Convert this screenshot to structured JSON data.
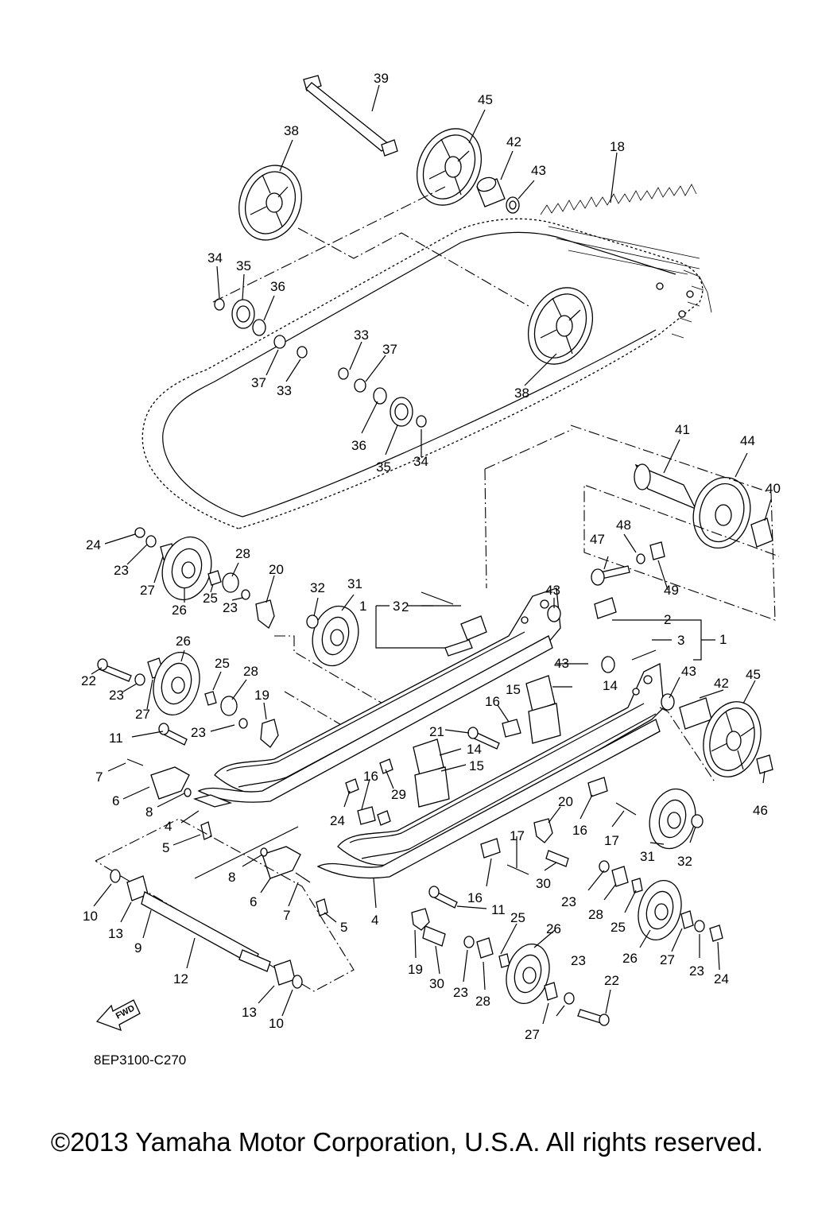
{
  "diagram": {
    "code": "8EP3100-C270",
    "direction_label": "FWD",
    "copyright": "©2013 Yamaha Motor Corporation, U.S.A. All rights reserved.",
    "callouts": [
      {
        "id": "c39",
        "text": "39"
      },
      {
        "id": "c45a",
        "text": "45"
      },
      {
        "id": "c38a",
        "text": "38"
      },
      {
        "id": "c42a",
        "text": "42"
      },
      {
        "id": "c43a",
        "text": "43"
      },
      {
        "id": "c18",
        "text": "18"
      },
      {
        "id": "c34a",
        "text": "34"
      },
      {
        "id": "c35a",
        "text": "35"
      },
      {
        "id": "c36a",
        "text": "36"
      },
      {
        "id": "c33a",
        "text": "33"
      },
      {
        "id": "c37a",
        "text": "37"
      },
      {
        "id": "c37b",
        "text": "37"
      },
      {
        "id": "c33b",
        "text": "33"
      },
      {
        "id": "c38b",
        "text": "38"
      },
      {
        "id": "c36b",
        "text": "36"
      },
      {
        "id": "c35b",
        "text": "35"
      },
      {
        "id": "c34b",
        "text": "34"
      },
      {
        "id": "c41",
        "text": "41"
      },
      {
        "id": "c44",
        "text": "44"
      },
      {
        "id": "c40",
        "text": "40"
      },
      {
        "id": "c48",
        "text": "48"
      },
      {
        "id": "c47",
        "text": "47"
      },
      {
        "id": "c49",
        "text": "49"
      },
      {
        "id": "c24a",
        "text": "24"
      },
      {
        "id": "c23a",
        "text": "23"
      },
      {
        "id": "c28a",
        "text": "28"
      },
      {
        "id": "c20a",
        "text": "20"
      },
      {
        "id": "c27a",
        "text": "27"
      },
      {
        "id": "c26a",
        "text": "26"
      },
      {
        "id": "c25a",
        "text": "25"
      },
      {
        "id": "c23b",
        "text": "23"
      },
      {
        "id": "c32a",
        "text": "32"
      },
      {
        "id": "c31a",
        "text": "31"
      },
      {
        "id": "c3a",
        "text": "3"
      },
      {
        "id": "c1a",
        "text": "1"
      },
      {
        "id": "c2a",
        "text": "2"
      },
      {
        "id": "c43b",
        "text": "43"
      },
      {
        "id": "c2b",
        "text": "2"
      },
      {
        "id": "c3b",
        "text": "3"
      },
      {
        "id": "c1b",
        "text": "1"
      },
      {
        "id": "c26b",
        "text": "26"
      },
      {
        "id": "c22a",
        "text": "22"
      },
      {
        "id": "c23c",
        "text": "23"
      },
      {
        "id": "c25b",
        "text": "25"
      },
      {
        "id": "c28b",
        "text": "28"
      },
      {
        "id": "c27b",
        "text": "27"
      },
      {
        "id": "c43c",
        "text": "43"
      },
      {
        "id": "c43d",
        "text": "43"
      },
      {
        "id": "c14a",
        "text": "14"
      },
      {
        "id": "c42b",
        "text": "42"
      },
      {
        "id": "c45b",
        "text": "45"
      },
      {
        "id": "c19a",
        "text": "19"
      },
      {
        "id": "c15a",
        "text": "15"
      },
      {
        "id": "c16a",
        "text": "16"
      },
      {
        "id": "c23d",
        "text": "23"
      },
      {
        "id": "c11a",
        "text": "11"
      },
      {
        "id": "c21",
        "text": "21"
      },
      {
        "id": "c14b",
        "text": "14"
      },
      {
        "id": "c15b",
        "text": "15"
      },
      {
        "id": "c7a",
        "text": "7"
      },
      {
        "id": "c6a",
        "text": "6"
      },
      {
        "id": "c8a",
        "text": "8"
      },
      {
        "id": "c16b",
        "text": "16"
      },
      {
        "id": "c29",
        "text": "29"
      },
      {
        "id": "c24b",
        "text": "24"
      },
      {
        "id": "c4a",
        "text": "4"
      },
      {
        "id": "c5a",
        "text": "5"
      },
      {
        "id": "c20b",
        "text": "20"
      },
      {
        "id": "c46",
        "text": "46"
      },
      {
        "id": "c16c",
        "text": "16"
      },
      {
        "id": "c17a",
        "text": "17"
      },
      {
        "id": "c31b",
        "text": "31"
      },
      {
        "id": "c32b",
        "text": "32"
      },
      {
        "id": "c17b",
        "text": "17"
      },
      {
        "id": "c30a",
        "text": "30"
      },
      {
        "id": "c23e",
        "text": "23"
      },
      {
        "id": "c28c",
        "text": "28"
      },
      {
        "id": "c25c",
        "text": "25"
      },
      {
        "id": "c8b",
        "text": "8"
      },
      {
        "id": "c6b",
        "text": "6"
      },
      {
        "id": "c7b",
        "text": "7"
      },
      {
        "id": "c5b",
        "text": "5"
      },
      {
        "id": "c4b",
        "text": "4"
      },
      {
        "id": "c16d",
        "text": "16"
      },
      {
        "id": "c11b",
        "text": "11"
      },
      {
        "id": "c25d",
        "text": "25"
      },
      {
        "id": "c26c",
        "text": "26"
      },
      {
        "id": "c26d",
        "text": "26"
      },
      {
        "id": "c27c",
        "text": "27"
      },
      {
        "id": "c23f",
        "text": "23"
      },
      {
        "id": "c24c",
        "text": "24"
      },
      {
        "id": "c10a",
        "text": "10"
      },
      {
        "id": "c13a",
        "text": "13"
      },
      {
        "id": "c9",
        "text": "9"
      },
      {
        "id": "c12",
        "text": "12"
      },
      {
        "id": "c19b",
        "text": "19"
      },
      {
        "id": "c30b",
        "text": "30"
      },
      {
        "id": "c23g",
        "text": "23"
      },
      {
        "id": "c28d",
        "text": "28"
      },
      {
        "id": "c23h",
        "text": "23"
      },
      {
        "id": "c22b",
        "text": "22"
      },
      {
        "id": "c27d",
        "text": "27"
      },
      {
        "id": "c13b",
        "text": "13"
      },
      {
        "id": "c10b",
        "text": "10"
      }
    ]
  }
}
